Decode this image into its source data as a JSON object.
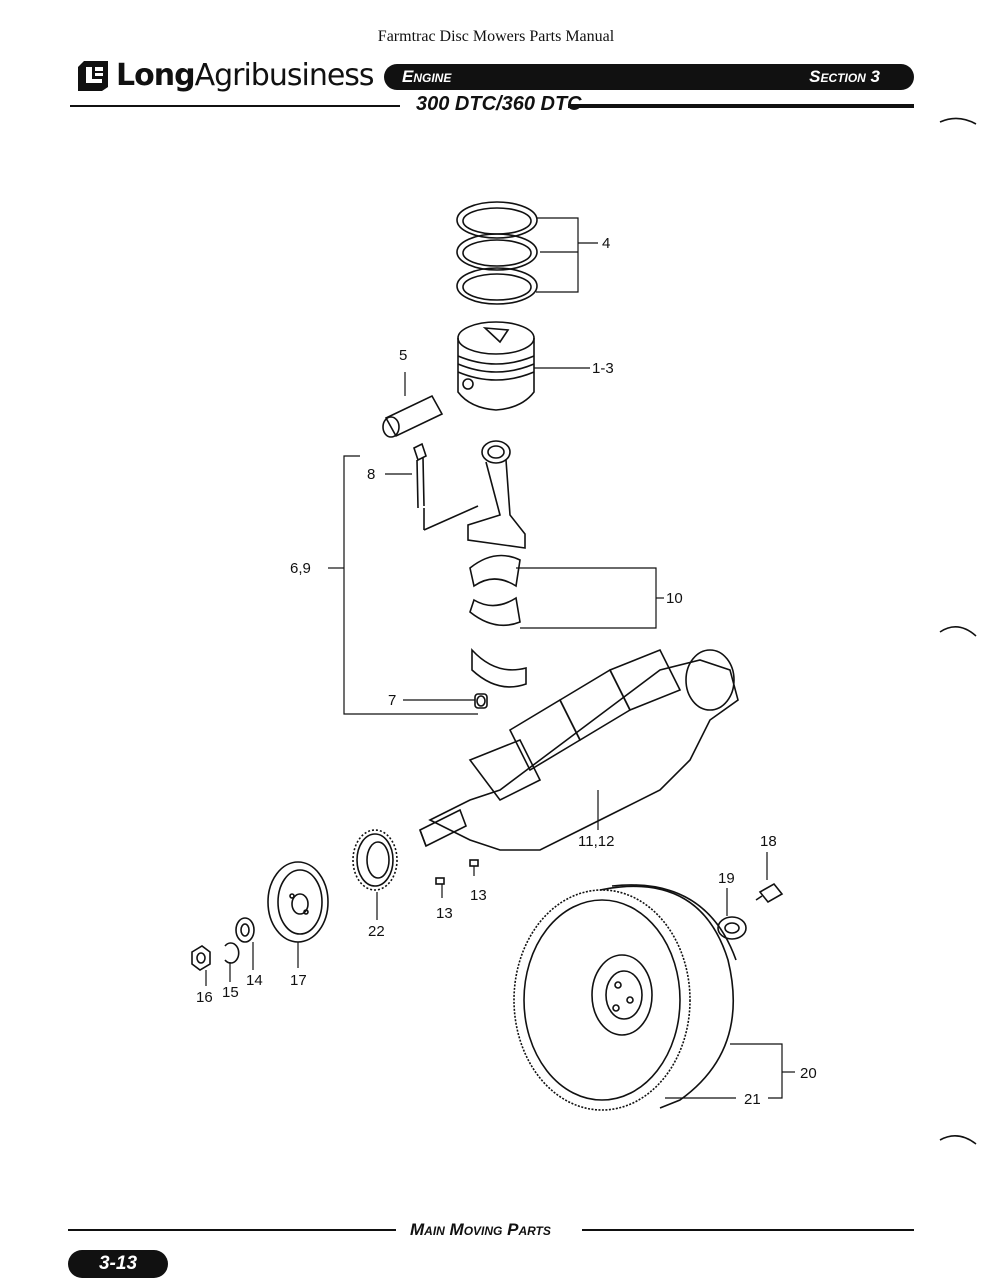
{
  "document": {
    "title": "Farmtrac Disc Mowers Parts Manual"
  },
  "header": {
    "brand_bold": "Long",
    "brand_light": "Agribusiness",
    "category": "Engine",
    "section": "Section 3",
    "model": "300 DTC/360 DTC"
  },
  "diagram": {
    "callouts": {
      "rings": "4",
      "piston": "1-3",
      "pin": "5",
      "bolt": "8",
      "rod_assy": "6,9",
      "bearings": "10",
      "bushing": "7",
      "crankshaft": "11,12",
      "key_a": "13",
      "key_b": "13",
      "bolt_fw": "18",
      "seal": "19",
      "flywheel": "20",
      "ring_gear": "21",
      "gear": "22",
      "pulley": "17",
      "washer": "14",
      "lockwasher": "15",
      "nut": "16"
    }
  },
  "footer": {
    "title": "Main Moving Parts",
    "page": "3-13"
  }
}
